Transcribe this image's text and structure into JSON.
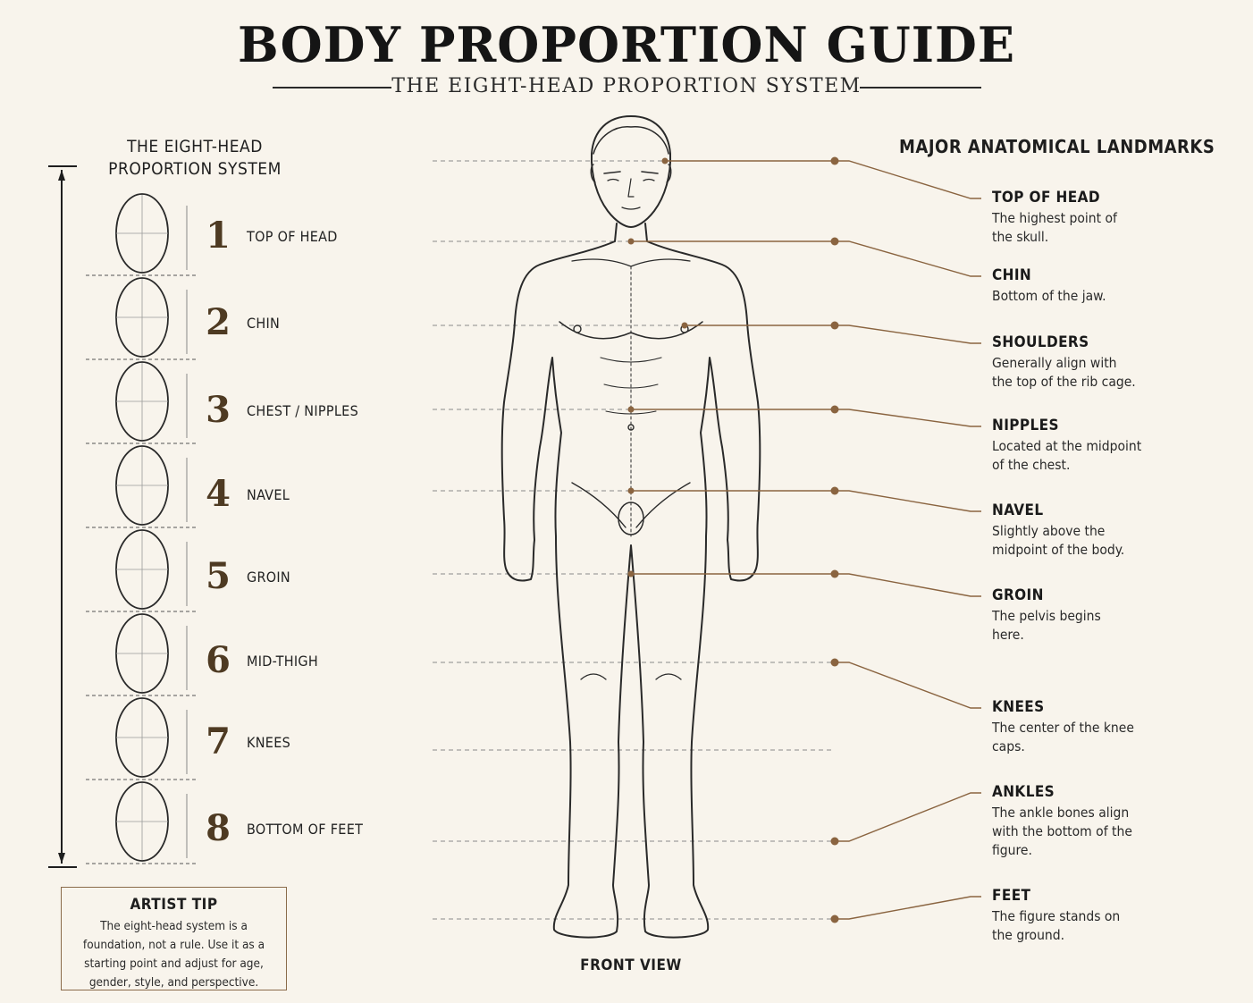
{
  "title": "BODY PROPORTION GUIDE",
  "subtitle": "THE EIGHT-HEAD PROPORTION SYSTEM",
  "left_heading_line1": "THE EIGHT-HEAD",
  "left_heading_line2": "PROPORTION SYSTEM",
  "head_units": [
    {
      "number": "1",
      "label": "TOP OF HEAD"
    },
    {
      "number": "2",
      "label": "CHIN"
    },
    {
      "number": "3",
      "label": "CHEST / NIPPLES"
    },
    {
      "number": "4",
      "label": "NAVEL"
    },
    {
      "number": "5",
      "label": "GROIN"
    },
    {
      "number": "6",
      "label": "MID-THIGH"
    },
    {
      "number": "7",
      "label": "KNEES"
    },
    {
      "number": "8",
      "label": "BOTTOM OF FEET"
    }
  ],
  "landmarks_heading": "MAJOR ANATOMICAL LANDMARKS",
  "landmarks": [
    {
      "title": "TOP OF HEAD",
      "desc_lines": [
        "The highest point of",
        "the skull."
      ]
    },
    {
      "title": "CHIN",
      "desc_lines": [
        "Bottom of the jaw."
      ]
    },
    {
      "title": "SHOULDERS",
      "desc_lines": [
        "Generally align with",
        "the top of the rib cage."
      ]
    },
    {
      "title": "NIPPLES",
      "desc_lines": [
        "Located at the midpoint",
        "of the chest."
      ]
    },
    {
      "title": "NAVEL",
      "desc_lines": [
        "Slightly above the",
        "midpoint of the body."
      ]
    },
    {
      "title": "GROIN",
      "desc_lines": [
        "The pelvis begins",
        "here."
      ]
    },
    {
      "title": "KNEES",
      "desc_lines": [
        "The center of the knee",
        "caps."
      ]
    },
    {
      "title": "ANKLES",
      "desc_lines": [
        "The ankle bones align",
        "with the bottom of the",
        "figure."
      ]
    },
    {
      "title": "FEET",
      "desc_lines": [
        "The figure stands on",
        "the ground."
      ]
    }
  ],
  "artist_tip": {
    "title": "ARTIST TIP",
    "text": "The eight-head system is a foundation, not a rule. Use it as a starting point and adjust for age, gender, style, and perspective."
  },
  "figure_caption": "FRONT VIEW",
  "colors": {
    "background": "#f8f4ec",
    "accent_brown": "#8a6440",
    "number_brown": "#4e3a22",
    "ink": "#1e1e1e"
  }
}
